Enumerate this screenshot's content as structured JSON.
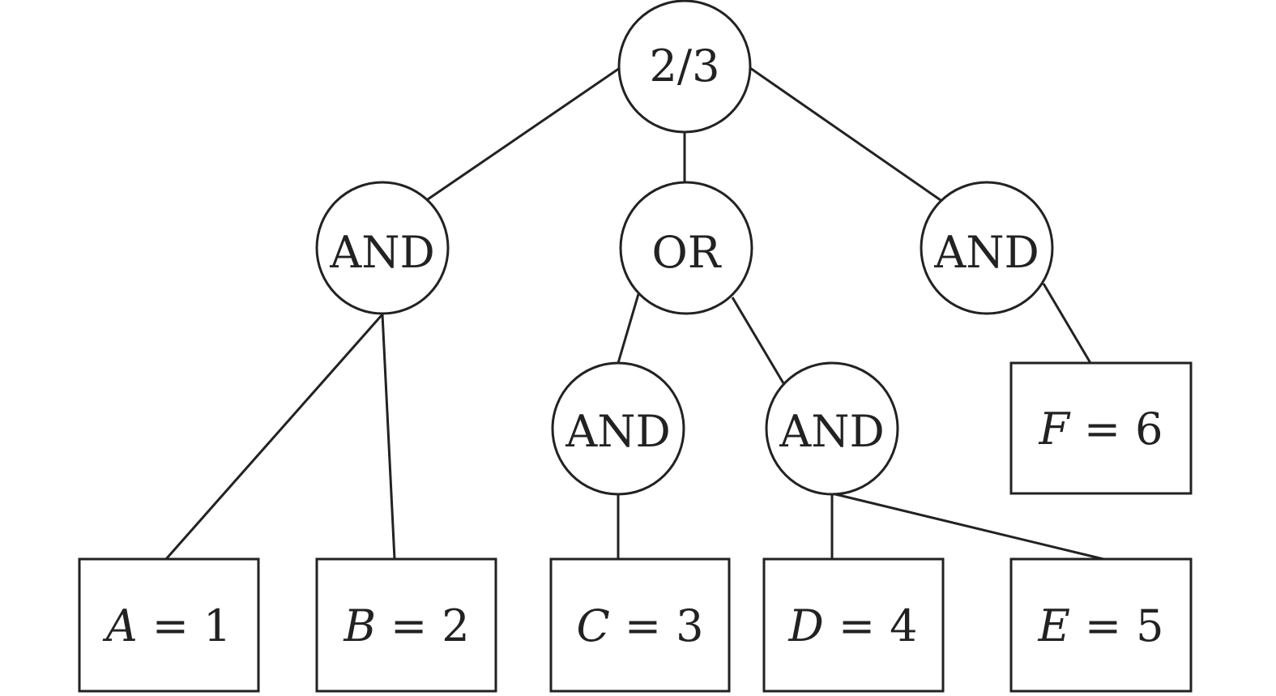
{
  "nodes": {
    "root": {
      "label": "2/3"
    },
    "and_l": {
      "label": "AND"
    },
    "or_m": {
      "label": "OR"
    },
    "and_r": {
      "label": "AND"
    },
    "and_ml": {
      "label": "AND"
    },
    "and_mr": {
      "label": "AND"
    }
  },
  "leaves": {
    "a": {
      "var": "A",
      "eq": "=",
      "val": "1"
    },
    "b": {
      "var": "B",
      "eq": "=",
      "val": "2"
    },
    "c": {
      "var": "C",
      "eq": "=",
      "val": "3"
    },
    "d": {
      "var": "D",
      "eq": "=",
      "val": "4"
    },
    "e": {
      "var": "E",
      "eq": "=",
      "val": "5"
    },
    "f": {
      "var": "F",
      "eq": "=",
      "val": "6"
    }
  },
  "colors": {
    "stroke": "#222222",
    "background": "#ffffff"
  }
}
